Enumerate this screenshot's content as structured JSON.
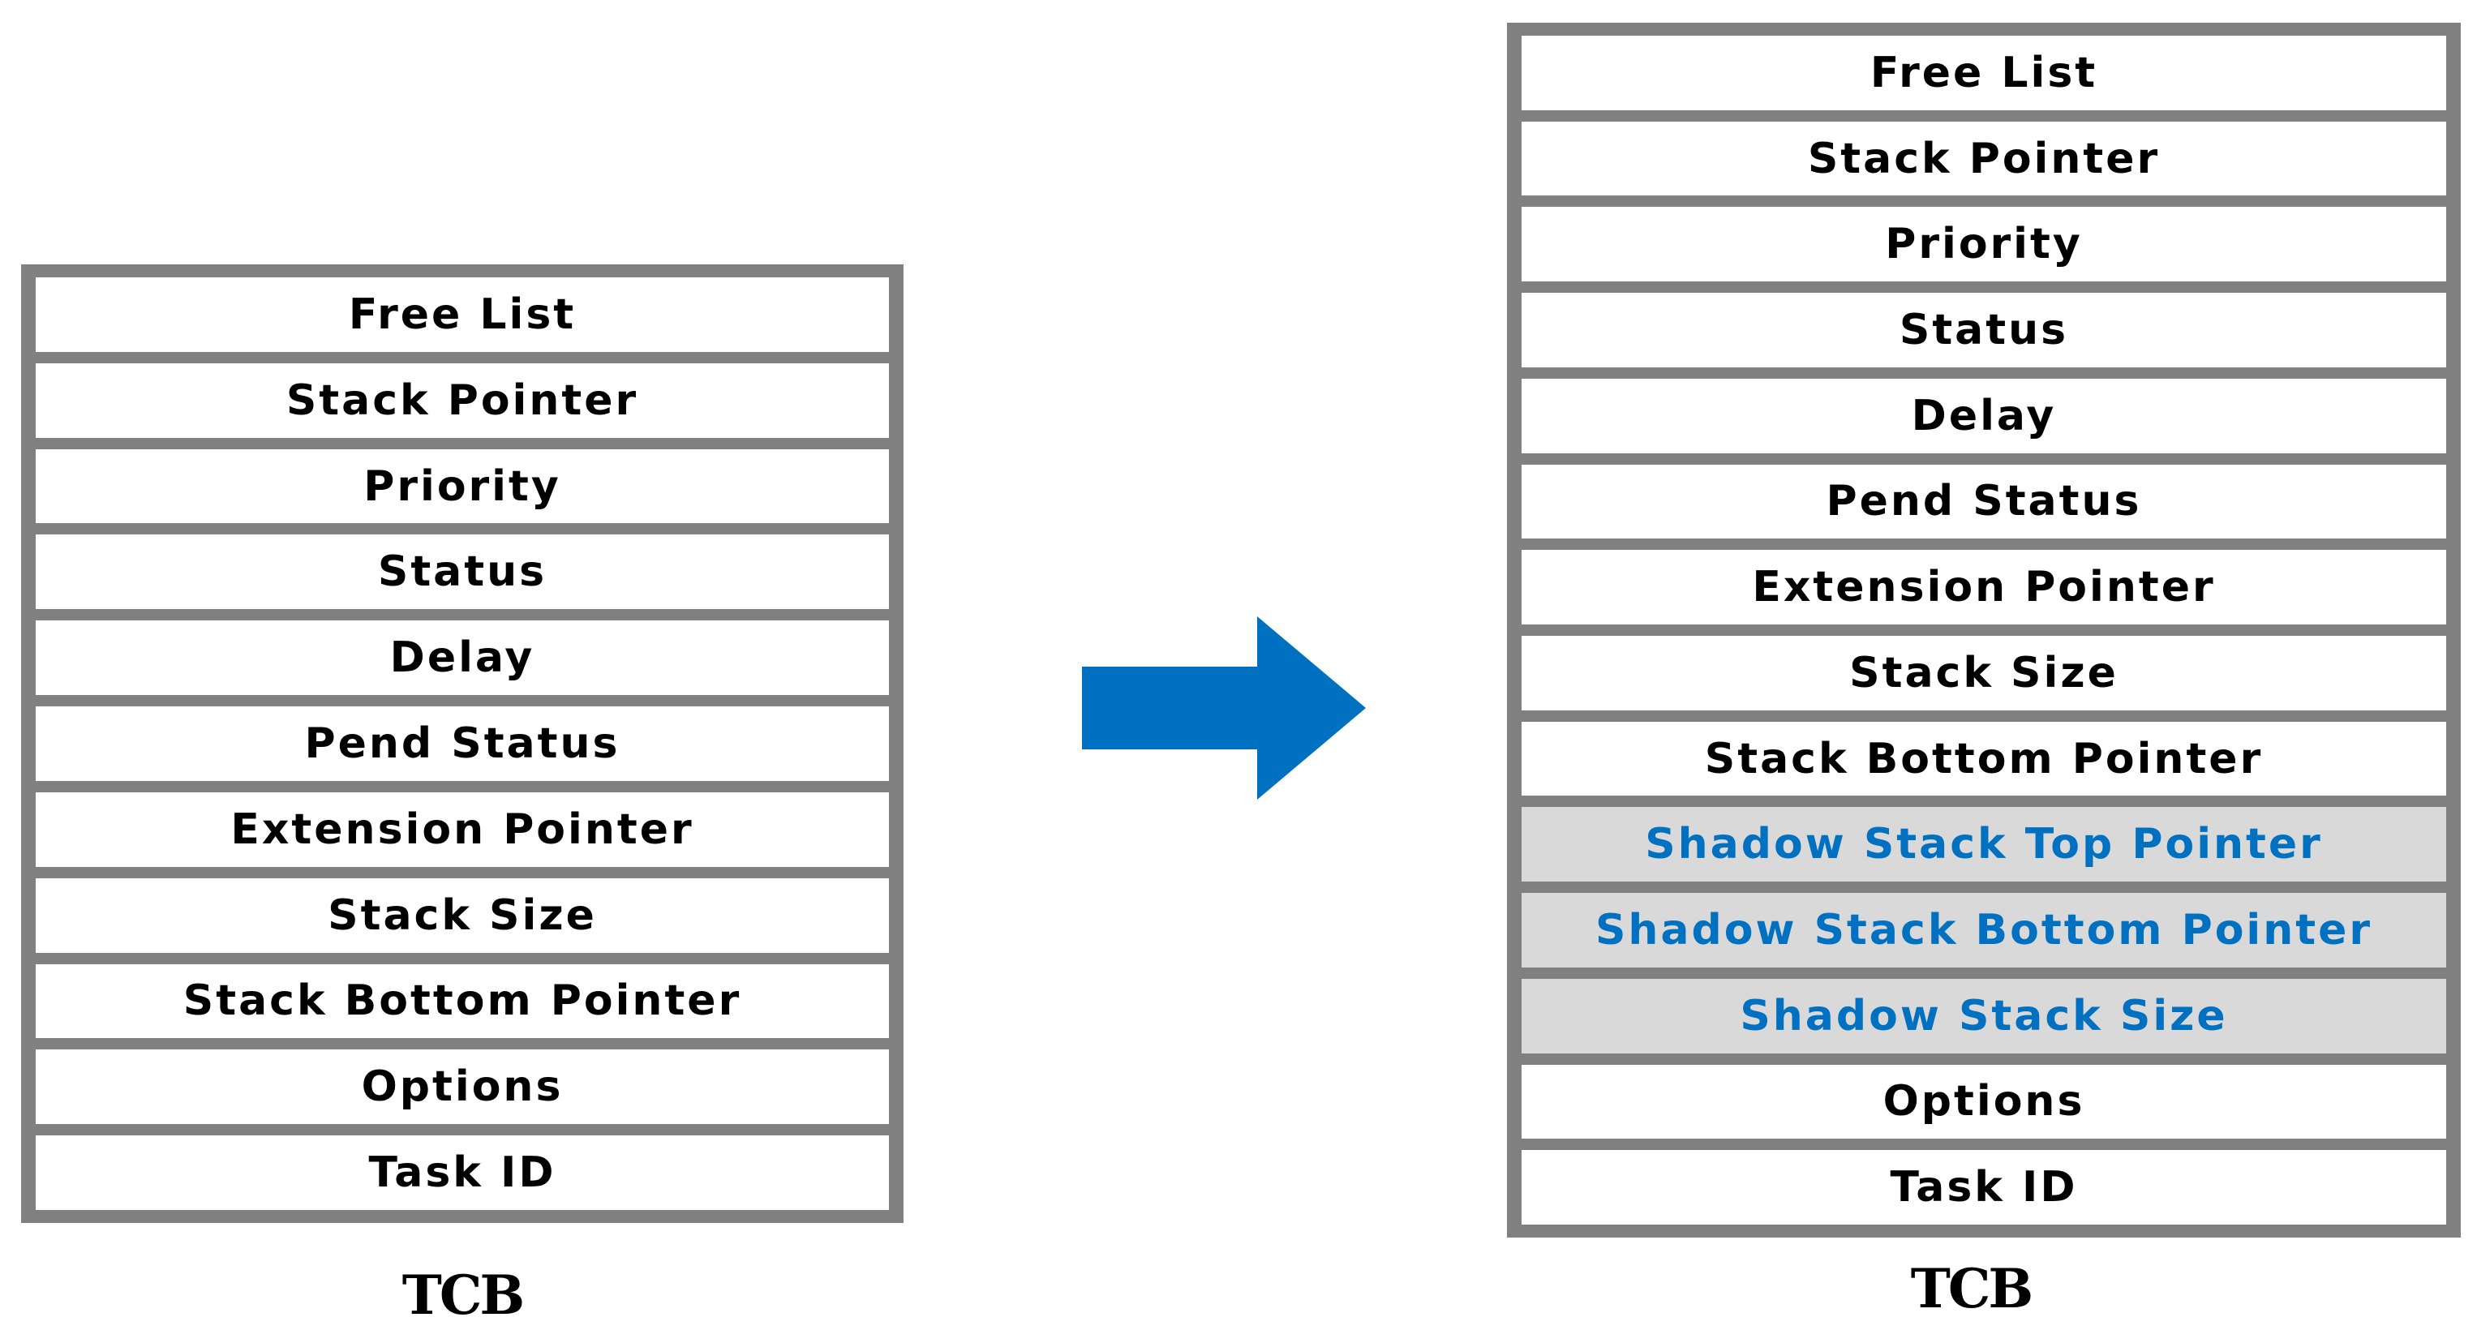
{
  "colors": {
    "border": "#808080",
    "field_bg": "#ffffff",
    "added_bg": "#d9d9d9",
    "added_text": "#0070c0",
    "arrow": "#0070c0"
  },
  "left_tcb": {
    "caption": "TCB",
    "fields": [
      "Free List",
      "Stack Pointer",
      "Priority",
      "Status",
      "Delay",
      "Pend Status",
      "Extension Pointer",
      "Stack Size",
      "Stack Bottom  Pointer",
      "Options",
      "Task ID"
    ]
  },
  "right_tcb": {
    "caption": "TCB",
    "fields": [
      "Free List",
      "Stack Pointer",
      "Priority",
      "Status",
      "Delay",
      "Pend Status",
      "Extension Pointer",
      "Stack Size",
      "Stack Bottom  Pointer",
      "Shadow Stack Top Pointer",
      "Shadow Stack Bottom  Pointer",
      "Shadow Stack Size",
      "Options",
      "Task ID"
    ]
  },
  "arrow_icon": "right-arrow-icon"
}
